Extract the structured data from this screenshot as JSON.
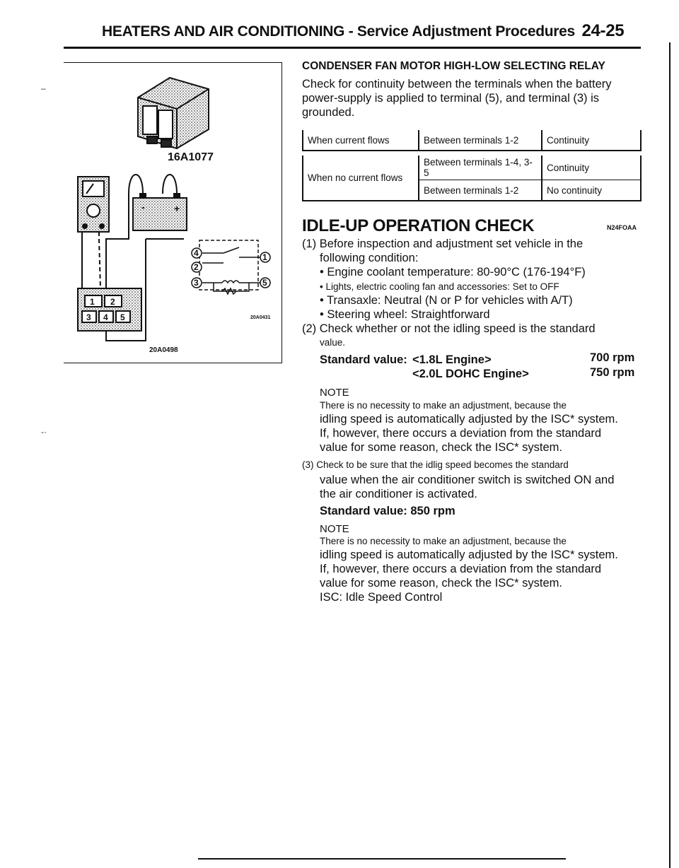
{
  "header": {
    "title": "HEATERS AND AIR CONDITIONING - Service Adjustment Procedures",
    "page_number": "24-25"
  },
  "figure": {
    "label_top": "16A1077",
    "label_circuit": "20A0431",
    "label_bottom": "20A0498",
    "tester_terminals": [
      "1",
      "2",
      "3",
      "4",
      "5"
    ],
    "circuit_terminals": [
      "4",
      "2",
      "3",
      "1",
      "5"
    ]
  },
  "relay_section": {
    "title": "CONDENSER FAN MOTOR HIGH-LOW SELECTING RELAY",
    "intro": "Check for continuity between the terminals when the battery power-supply is applied to terminal (5), and terminal (3) is grounded.",
    "table": {
      "row1": {
        "condition": "When current flows",
        "terminals": "Between terminals 1-2",
        "result": "Continuity"
      },
      "row2": {
        "condition": "When no current flows",
        "terminals_a": "Between terminals 1-4, 3-5",
        "result_a": "Continuity",
        "terminals_b": "Between terminals 1-2",
        "result_b": "No continuity"
      }
    }
  },
  "idle_section": {
    "title": "IDLE-UP OPERATION CHECK",
    "code": "N24FOAA",
    "step1": "(1) Before inspection and adjustment set vehicle in the",
    "step1_cont": "following condition:",
    "bullets": [
      "Engine coolant temperature: 80-90°C (176-194°F)",
      "Lights, electric cooling fan and accessories: Set to OFF",
      "Transaxle: Neutral (N or P for vehicles with A/T)",
      "Steering wheel: Straightforward"
    ],
    "step2": "(2) Check whether or not the idling speed is the standard",
    "step2_cont": "value.",
    "std_label": "Standard value:",
    "std_rows": [
      {
        "engine": "<1.8L Engine>",
        "rpm": "700 rpm"
      },
      {
        "engine": "<2.0L DOHC Engine>",
        "rpm": "750 rpm"
      }
    ],
    "note1_head": "NOTE",
    "note1_lines": [
      "There is no necessity to make an adjustment, because the",
      "idling speed is automatically adjusted by the ISC* system.",
      "If, however, there occurs a deviation from the standard",
      "value for some reason, check the ISC* system."
    ],
    "step3": "(3) Check to be sure that the idlig speed becomes the standard",
    "step3_lines": [
      "value when the air conditioner switch is switched ON and",
      "the air conditioner is activated."
    ],
    "std2": "Standard value: 850 rpm",
    "note2_head": "NOTE",
    "note2_lines": [
      "There is no necessity to make an adjustment, because the",
      "idling speed is automatically adjusted by the ISC* system.",
      "If, however, there occurs a deviation from the standard",
      "value for some reason, check the ISC* system.",
      "ISC: Idle Speed Control"
    ]
  }
}
